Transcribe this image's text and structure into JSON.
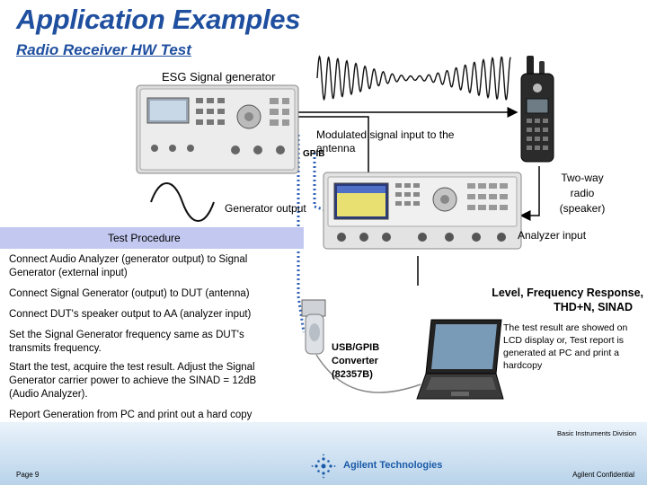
{
  "header": {
    "title": "Application Examples",
    "subtitle": "Radio Receiver HW Test"
  },
  "labels": {
    "esg": "ESG Signal generator",
    "modulated_line1": "Modulated signal input to the",
    "modulated_line2": "antenna",
    "gpib": "GPIB",
    "radio_line1": "Two-way",
    "radio_line2": "radio",
    "radio_line3": "(speaker)",
    "generator_output": "Generator output",
    "analyzer_input": "Analyzer input",
    "level_line1": "Level,  Frequency Response,",
    "level_line2": "THD+N,   SINAD",
    "usb_line1": "USB/GPIB",
    "usb_line2": "Converter",
    "usb_line3": "(82357B)",
    "result": "The test result are showed on LCD display or, Test report is generated at PC and print a hardcopy"
  },
  "procedure": {
    "header": "Test Procedure",
    "steps": [
      "Connect Audio Analyzer (generator output) to Signal Generator (external input)",
      "Connect Signal Generator (output) to DUT (antenna)",
      "Connect DUT's speaker output to AA (analyzer input)",
      "Set the Signal Generator frequency same as DUT's transmits frequency.",
      "Start the test, acquire the test result. Adjust the Signal Generator carrier power to achieve the SINAD = 12dB (Audio Analyzer).",
      "Report Generation from PC and print out a hard copy"
    ]
  },
  "footer": {
    "division": "Basic Instruments Division",
    "page": "Page 9",
    "brand": "Agilent Technologies",
    "confidential": "Agilent Confidential"
  },
  "colors": {
    "title": "#1f4f9f",
    "procedure_header_bg": "#c3c8f0",
    "gpib_cable": "#2f5fb8",
    "footer_band": "#b9d3ea"
  },
  "icons": [
    "signal-generator-icon",
    "audio-analyzer-icon",
    "two-way-radio-icon",
    "usb-gpib-converter-icon",
    "laptop-icon",
    "modulated-wave-icon",
    "sine-wave-icon",
    "agilent-logo-icon"
  ]
}
